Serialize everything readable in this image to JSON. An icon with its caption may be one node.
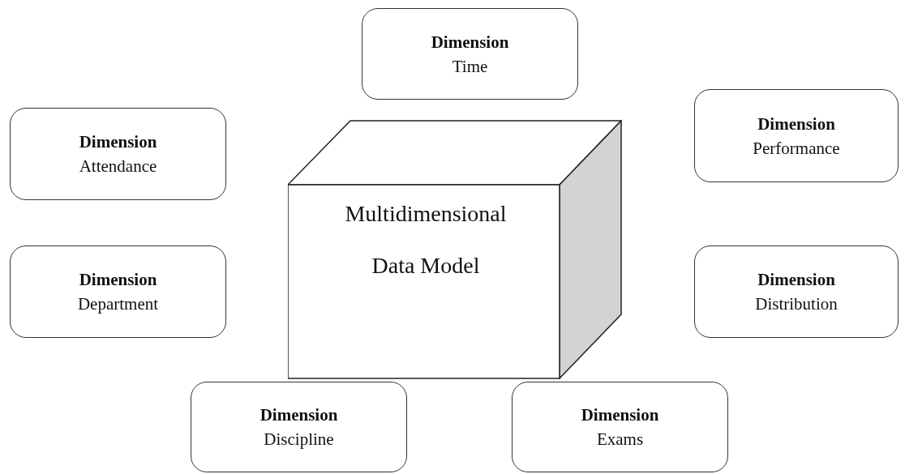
{
  "diagram": {
    "nodes": [
      {
        "text": [
          "Dimension",
          "Time"
        ]
      },
      {
        "text": [
          "Dimension",
          "Performance"
        ]
      },
      {
        "text": [
          "Dimension",
          "Attendance"
        ]
      },
      {
        "text": [
          "Multidimensional Data Model"
        ]
      },
      {
        "text": [
          "Dimension",
          "Department"
        ]
      },
      {
        "text": [
          "Dimension",
          "Distribution"
        ]
      },
      {
        "text": [
          "Dimension",
          "Discipline"
        ]
      },
      {
        "text": [
          "Dimension",
          "Exams"
        ]
      }
    ]
  }
}
